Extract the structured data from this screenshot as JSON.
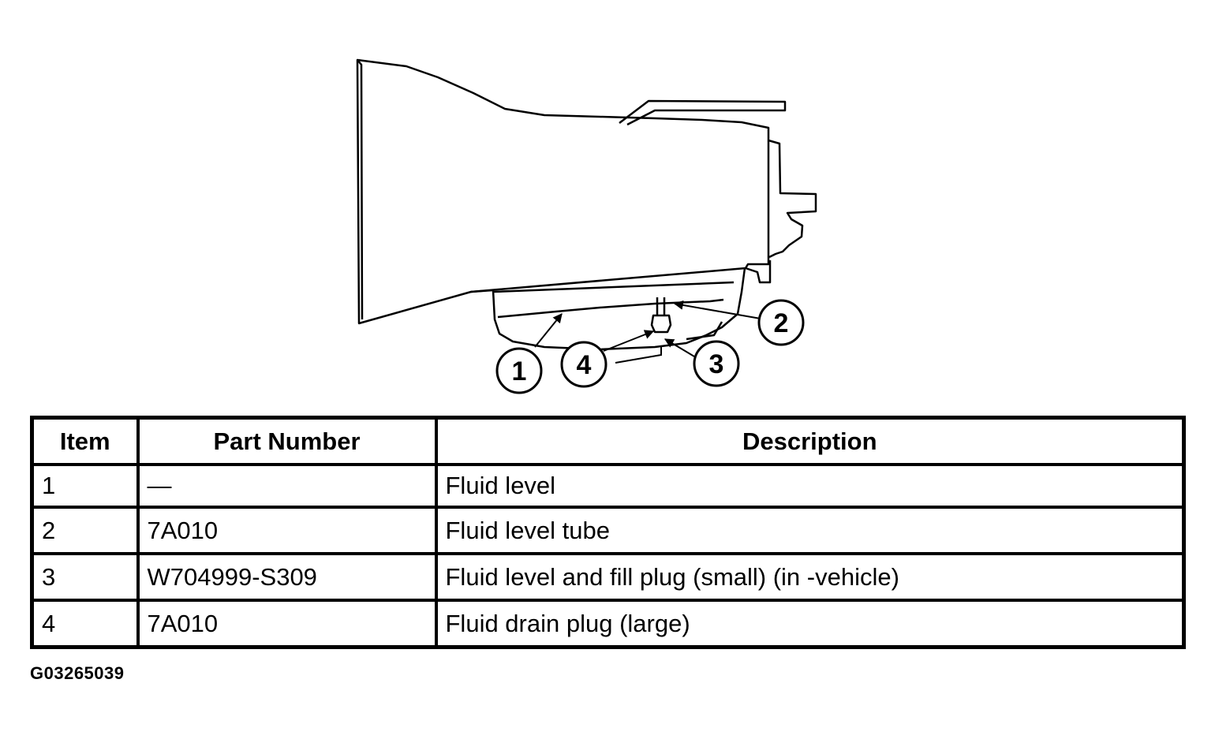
{
  "callouts": [
    "1",
    "2",
    "3",
    "4"
  ],
  "table": {
    "headers": [
      "Item",
      "Part Number",
      "Description"
    ],
    "rows": [
      {
        "item": "1",
        "part_number": "—",
        "description": "Fluid level"
      },
      {
        "item": "2",
        "part_number": "7A010",
        "description": "Fluid level tube"
      },
      {
        "item": "3",
        "part_number": "W704999-S309",
        "description": "Fluid level and fill plug (small) (in -vehicle)"
      },
      {
        "item": "4",
        "part_number": "7A010",
        "description": "Fluid drain plug (large)"
      }
    ]
  },
  "figure_code": "G03265039"
}
